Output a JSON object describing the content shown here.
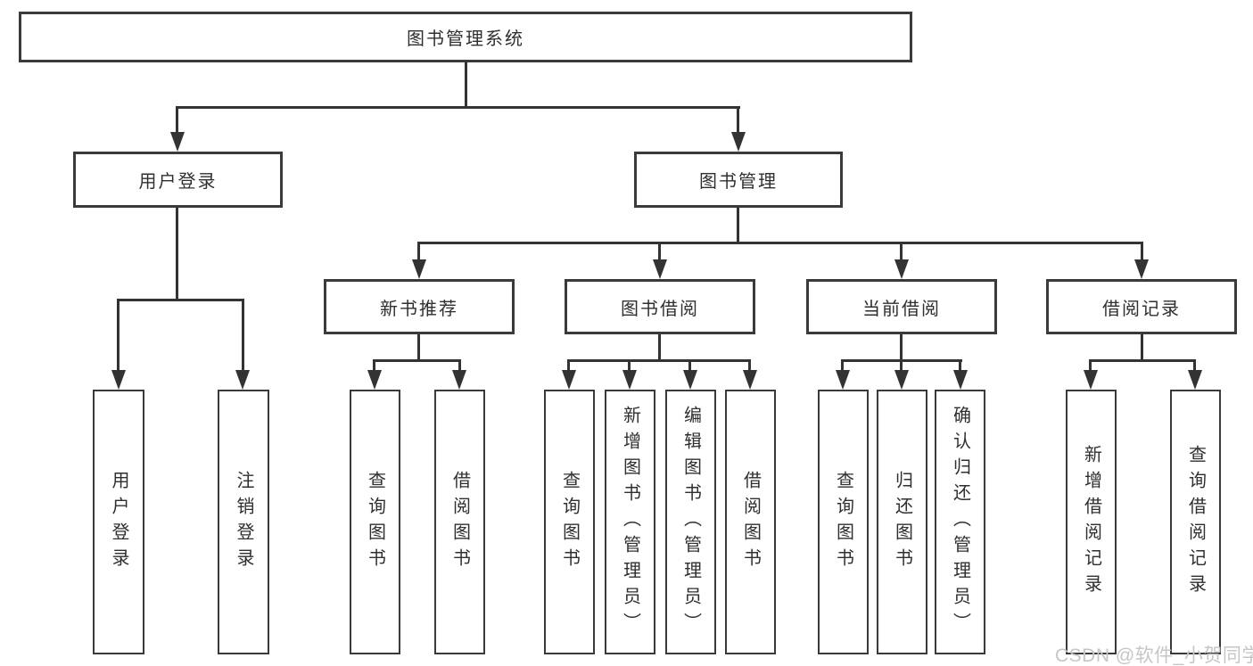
{
  "diagram": {
    "title": "图书管理系统",
    "nodes": {
      "root": {
        "label": "图书管理系统"
      },
      "user_login": {
        "label": "用户登录"
      },
      "book_mgmt": {
        "label": "图书管理"
      },
      "new_book_rec": {
        "label": "新书推荐"
      },
      "book_borrow": {
        "label": "图书借阅"
      },
      "current_borrow": {
        "label": "当前借阅"
      },
      "borrow_records": {
        "label": "借阅记录"
      },
      "user_login_leaf": {
        "label": "用户登录"
      },
      "logout_leaf": {
        "label": "注销登录"
      },
      "query_book_rec": {
        "label": "查询图书"
      },
      "borrow_book_rec": {
        "label": "借阅图书"
      },
      "query_book_borrow": {
        "label": "查询图书"
      },
      "add_book": {
        "label": "新增图书（管理员）"
      },
      "edit_book": {
        "label": "编辑图书（管理员）"
      },
      "borrow_book_leaf": {
        "label": "借阅图书"
      },
      "query_book_current": {
        "label": "查询图书"
      },
      "return_book": {
        "label": "归还图书"
      },
      "confirm_return": {
        "label": "确认归还（管理员）"
      },
      "add_borrow_record": {
        "label": "新增借阅记录"
      },
      "query_borrow_record": {
        "label": "查询借阅记录"
      }
    },
    "hierarchy": {
      "图书管理系统": {
        "用户登录": [
          "用户登录",
          "注销登录"
        ],
        "图书管理": {
          "新书推荐": [
            "查询图书",
            "借阅图书"
          ],
          "图书借阅": [
            "查询图书",
            "新增图书（管理员）",
            "编辑图书（管理员）",
            "借阅图书"
          ],
          "当前借阅": [
            "查询图书",
            "归还图书",
            "确认归还（管理员）"
          ],
          "借阅记录": [
            "新增借阅记录",
            "查询借阅记录"
          ]
        }
      }
    },
    "colors": {
      "background": "#ffffff",
      "box_border": "#3a3a3a",
      "connector_line": "#333333",
      "text": "#2f2f2f",
      "watermark": "#c6c6c6"
    }
  },
  "watermark": {
    "text": "CSDN @软件_小贺同学"
  }
}
